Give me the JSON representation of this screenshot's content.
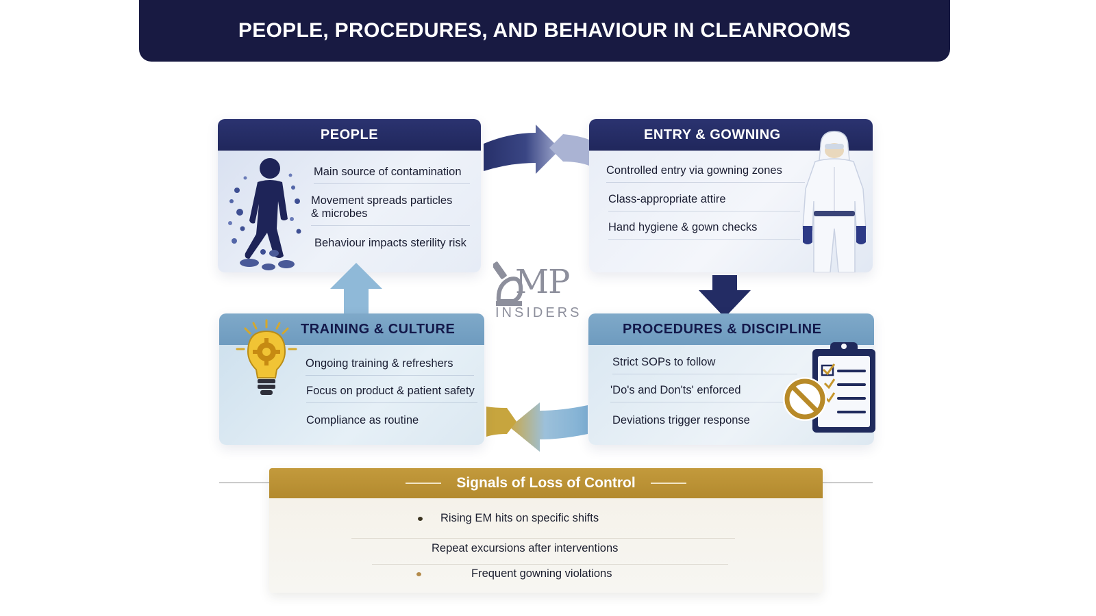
{
  "header": {
    "title": "PEOPLE, PROCEDURES, AND BEHAVIOUR IN CLEANROOMS"
  },
  "people": {
    "title": "PEOPLE",
    "items": [
      "Main source of contamination",
      "Movement spreads particles",
      "& microbes",
      "Behaviour impacts sterility risk"
    ]
  },
  "entry": {
    "title": "ENTRY & GOWNING",
    "items": [
      "Controlled entry via gowning zones",
      "Class-appropriate attire",
      "Hand hygiene & gown checks"
    ]
  },
  "training": {
    "title": "TRAINING & CULTURE",
    "items": [
      "Ongoing training & refreshers",
      "Focus on product & patient safety",
      "Compliance as routine"
    ]
  },
  "procedures": {
    "title": "PROCEDURES & DISCIPLINE",
    "items": [
      "Strict SOPs to follow",
      "'Do's and Don'ts' enforced",
      "Deviations trigger response"
    ]
  },
  "logo": {
    "mark": "MP",
    "text": "INSIDERS"
  },
  "signals": {
    "title": "Signals of Loss of Control",
    "items": [
      "Rising EM hits on specific shifts",
      "Repeat excursions after interventions",
      "Frequent gowning violations"
    ]
  },
  "colors": {
    "title_bar": "#181a42",
    "navy": "#20275c",
    "steel_blue": "#6e9bbf",
    "gold": "#b38a2e",
    "arrow_light_blue": "#8fb9d8"
  },
  "icons": [
    "person-particles-icon",
    "gowned-worker-icon",
    "lightbulb-gear-icon",
    "clipboard-checklist-icon",
    "prohibited-icon",
    "microscope-icon"
  ]
}
